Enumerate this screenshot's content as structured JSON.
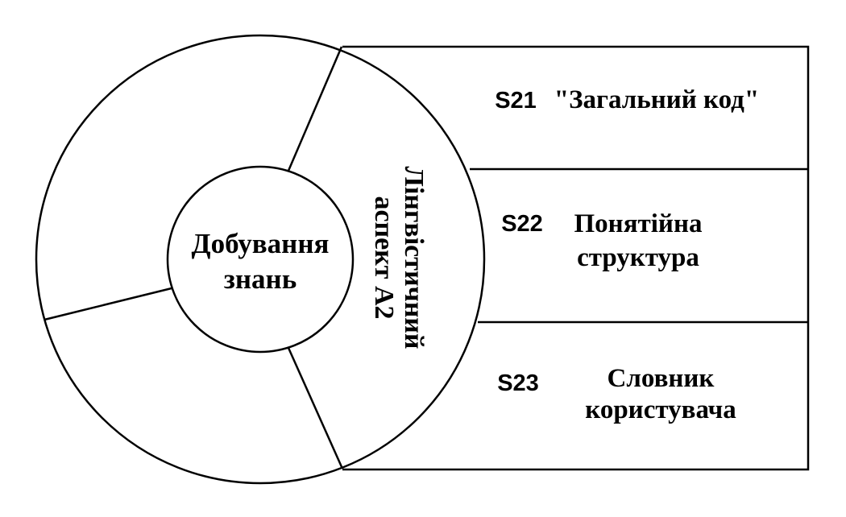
{
  "center": {
    "line1": "Добування",
    "line2": "знань"
  },
  "sector": {
    "line1": "Лінгвістичний",
    "line2": "аспект А2"
  },
  "rows": [
    {
      "code": "S21",
      "line1": "\"Загальний код\"",
      "line2": ""
    },
    {
      "code": "S22",
      "line1": "Понятійна",
      "line2": "структура"
    },
    {
      "code": "S23",
      "line1": "Словник",
      "line2": "користувача"
    }
  ],
  "colors": {
    "stroke": "#000000",
    "background": "#ffffff"
  }
}
